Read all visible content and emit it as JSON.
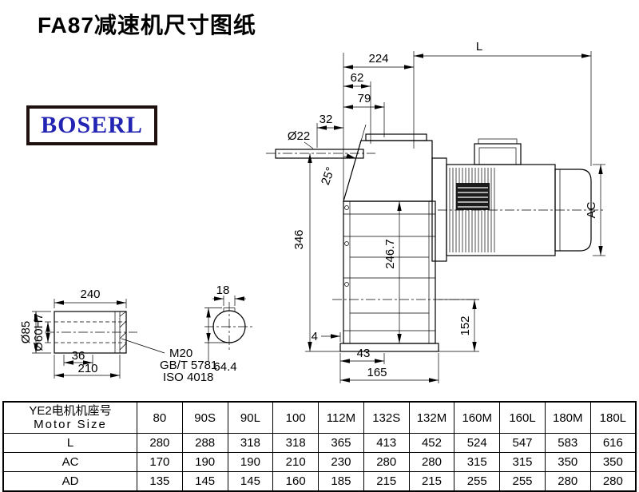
{
  "title": "FA87减速机尺寸图纸",
  "logo": {
    "text": "BOSERL"
  },
  "drawing": {
    "dims": {
      "top_224": "224",
      "top_L": "L",
      "d62": "62",
      "d79": "79",
      "d32": "32",
      "dia22": "Ø22",
      "angle25": "25°",
      "h346": "346",
      "h246_7": "246.7",
      "ac": "AC",
      "h152": "152",
      "d4": "4",
      "d43": "43",
      "d165": "165",
      "len240": "240",
      "key18": "18",
      "dia85": "Ø85",
      "dia60": "Ø60H7",
      "d36": "36",
      "d210": "210",
      "thread_m20": "M20",
      "std_gb": "GB/T 5781",
      "std_iso": "ISO 4018",
      "h64_4": "64.4"
    }
  },
  "table": {
    "header_cn": "YE2电机机座号",
    "header_en": "Motor Size",
    "columns": [
      "80",
      "90S",
      "90L",
      "100",
      "112M",
      "132S",
      "132M",
      "160M",
      "160L",
      "180M",
      "180L"
    ],
    "rows": [
      {
        "label": "L",
        "values": [
          "280",
          "288",
          "318",
          "318",
          "365",
          "413",
          "452",
          "524",
          "547",
          "583",
          "616"
        ]
      },
      {
        "label": "AC",
        "values": [
          "170",
          "190",
          "190",
          "210",
          "230",
          "280",
          "280",
          "315",
          "315",
          "350",
          "350"
        ]
      },
      {
        "label": "AD",
        "values": [
          "135",
          "145",
          "145",
          "160",
          "185",
          "215",
          "215",
          "255",
          "255",
          "280",
          "280"
        ]
      }
    ]
  }
}
